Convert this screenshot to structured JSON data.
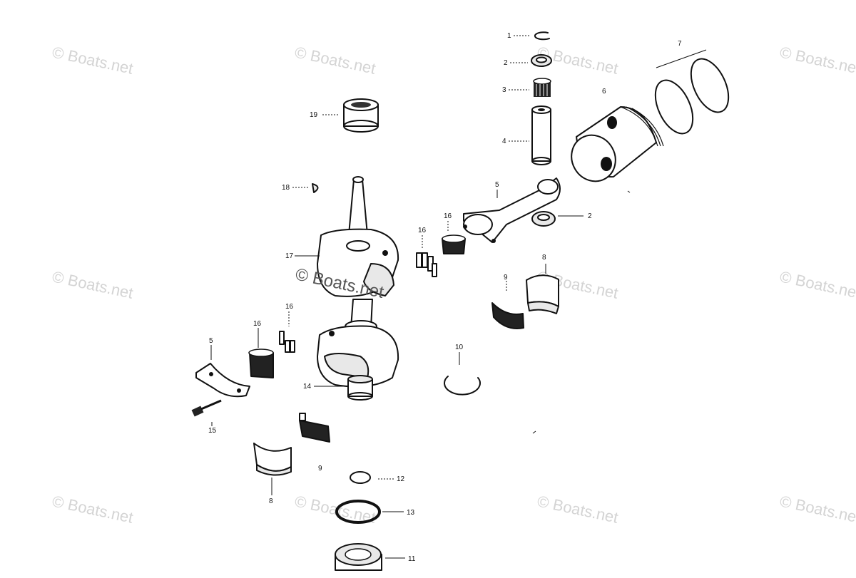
{
  "watermark": {
    "text": "© Boats.net",
    "center_text": "© Boats.net"
  },
  "callouts": {
    "c1": "1",
    "c2a": "2",
    "c2b": "2",
    "c3": "3",
    "c4": "4",
    "c5a": "5",
    "c5b": "5",
    "c6": "6",
    "c7": "7",
    "c8a": "8",
    "c8b": "8",
    "c9a": "9",
    "c9b": "9",
    "c10": "10",
    "c11": "11",
    "c12": "12",
    "c13": "13",
    "c14": "14",
    "c15": "15",
    "c16a": "16",
    "c16b": "16",
    "c16c": "16",
    "c16d": "16",
    "c17": "17",
    "c18": "18",
    "c19": "19"
  }
}
